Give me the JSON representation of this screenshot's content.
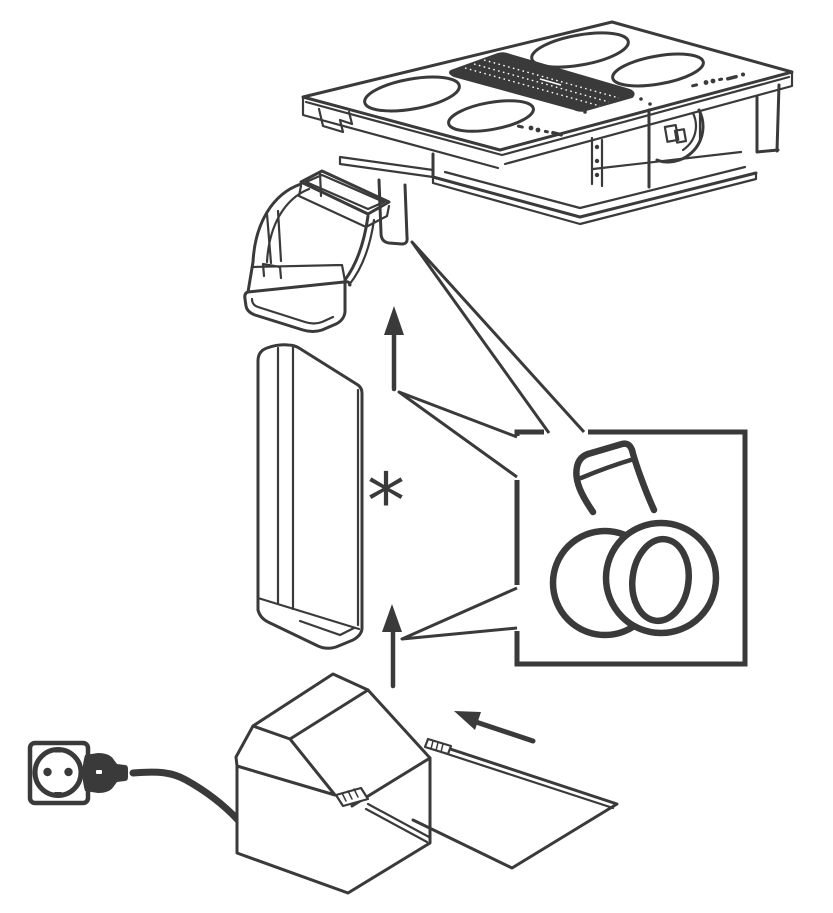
{
  "diagram": {
    "marker_label": "*",
    "line_color": "#3a3a3a",
    "background_color": "#ffffff",
    "parts": [
      "induction-cooktop-with-downdraft-extractor",
      "flat-duct-elbow",
      "flat-duct-straight-section",
      "adhesive-tape-detail-callout",
      "blower-box",
      "filter-panel",
      "mains-plug-and-socket"
    ],
    "annotations": [
      "assembly-arrow-up-elbow",
      "assembly-arrow-up-duct",
      "insert-arrow-filter-panel",
      "tape-joint-callout-pointers"
    ]
  }
}
